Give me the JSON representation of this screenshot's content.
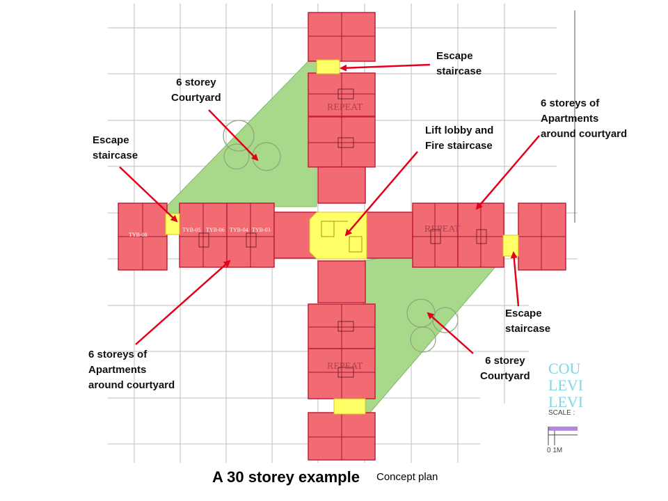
{
  "title": "A 30 storey example",
  "subtitle": "Concept plan",
  "annotations": {
    "escape_top": [
      "Escape",
      "staircase"
    ],
    "courtyard_top": [
      "6 storey",
      "Courtyard"
    ],
    "apartments_right": [
      "6 storeys of",
      "Apartments",
      "around courtyard"
    ],
    "escape_left": [
      "Escape",
      "staircase"
    ],
    "lift_lobby": [
      "Lift lobby and",
      "Fire staircase"
    ],
    "escape_right": [
      "Escape",
      "staircase"
    ],
    "courtyard_bottom": [
      "6 storey",
      "Courtyard"
    ],
    "apartments_left": [
      "6 storeys of",
      "Apartments",
      "around courtyard"
    ]
  },
  "plan_text": {
    "repeat_top": "REPEAT",
    "repeat_bottom": "REPEAT",
    "repeat_right": "REPEAT",
    "unit_labels": [
      "TYB-05",
      "TYB-06",
      "TYB-04",
      "TYB-03",
      "TYB-08"
    ],
    "legend_partial": [
      "COU",
      "LEVI",
      "LEVI"
    ],
    "scale_label": "SCALE :",
    "scale_zero": "0 1M"
  },
  "colors": {
    "apartment_fill": "#f26a72",
    "apartment_stroke": "#c0203a",
    "courtyard_fill": "#a8d98a",
    "stair_fill": "#ffff66",
    "arrow": "#e3001b",
    "grid": "#bdbdbd"
  }
}
